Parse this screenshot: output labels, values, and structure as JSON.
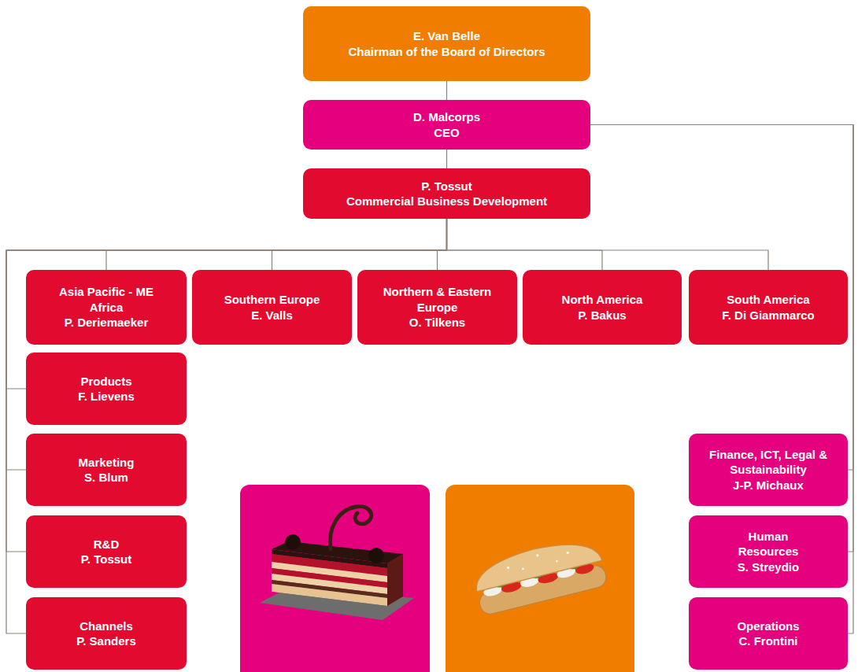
{
  "diagram": {
    "nodes": [
      {
        "text": [
          "E. Van Belle",
          "Chairman of the Board of Directors"
        ]
      },
      {
        "text": [
          "D. Malcorps",
          "CEO"
        ]
      },
      {
        "text": [
          "P. Tossut",
          "Commercial Business Development"
        ]
      },
      {
        "text": [
          "Asia Pacific - ME Africa",
          "P. Deriemaeker"
        ]
      },
      {
        "text": [
          "Southern Europe",
          "E. Valls"
        ]
      },
      {
        "text": [
          "Northern & Eastern Europe",
          "O. Tilkens"
        ]
      },
      {
        "text": [
          "North America",
          "P. Bakus"
        ]
      },
      {
        "text": [
          "South America",
          "F. Di Giammarco"
        ]
      },
      {
        "text": [
          "Products",
          "F. Lievens"
        ]
      },
      {
        "text": [
          "Marketing",
          "S. Blum"
        ]
      },
      {
        "text": [
          "R&D",
          "P. Tossut"
        ]
      },
      {
        "text": [
          "Channels",
          "P. Sanders"
        ]
      },
      {
        "text": [
          "Finance, ICT, Legal & Sustainability",
          "J-P. Michaux"
        ]
      },
      {
        "text": [
          "Human Resources",
          "S. Streydio"
        ]
      },
      {
        "text": [
          "Operations",
          "C. Frontini"
        ]
      }
    ],
    "edges": [
      {
        "from": 0,
        "to": 1,
        "arrow": "none"
      },
      {
        "from": 1,
        "to": 2,
        "arrow": "none"
      },
      {
        "from": 2,
        "to": 3,
        "arrow": "none"
      },
      {
        "from": 2,
        "to": 4,
        "arrow": "none"
      },
      {
        "from": 2,
        "to": 5,
        "arrow": "none"
      },
      {
        "from": 2,
        "to": 6,
        "arrow": "none"
      },
      {
        "from": 2,
        "to": 7,
        "arrow": "none"
      },
      {
        "from": 2,
        "to": 8,
        "arrow": "none"
      },
      {
        "from": 2,
        "to": 9,
        "arrow": "none"
      },
      {
        "from": 2,
        "to": 10,
        "arrow": "none"
      },
      {
        "from": 2,
        "to": 11,
        "arrow": "none"
      },
      {
        "from": 1,
        "to": 12,
        "arrow": "none"
      },
      {
        "from": 1,
        "to": 13,
        "arrow": "none"
      },
      {
        "from": 1,
        "to": 14,
        "arrow": "none"
      }
    ]
  }
}
